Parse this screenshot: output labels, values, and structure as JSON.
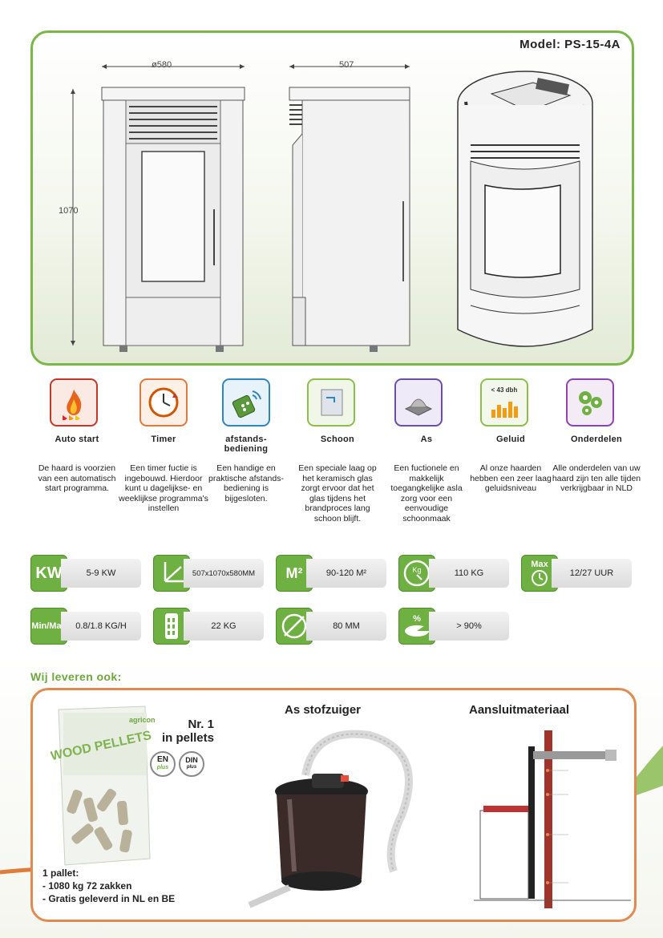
{
  "model": "Model: PS-15-4A",
  "dimensions": {
    "diameter": "ø580",
    "depth": "507",
    "height": "1070"
  },
  "features": [
    {
      "title": "Auto start",
      "desc": "De haard is voorzien van een automatisch start programma.",
      "color": "#c0392b"
    },
    {
      "title": "Timer",
      "desc": "Een timer fuctie is ingebouwd. Hierdoor kunt u dagelijkse- en weeklijkse programma's instellen",
      "color": "#e07b39"
    },
    {
      "title": "afstands-\nbediening",
      "desc": "Een handige en praktische afstands- bediening is bijgesloten.",
      "color": "#2e86c1"
    },
    {
      "title": "Schoon",
      "desc": "Een speciale laag op het keramisch glas zorgt ervoor dat het glas tijdens het brandproces lang schoon blijft.",
      "color": "#8bbf4a"
    },
    {
      "title": "As",
      "desc": "Een fuctionele en makkelijk toegangkelijke asla zorg voor een eenvoudige schoonmaak",
      "color": "#6b4fa0"
    },
    {
      "title": "Geluid",
      "desc": "Al onze haarden hebben een zeer laag geluidsniveau",
      "color": "#8bbf4a",
      "badge": "< 43 dbh"
    },
    {
      "title": "Onderdelen",
      "desc": "Alle onderdelen van uw haard zijn ten alle tijden verkrijgbaar in NLD",
      "color": "#8e44ad"
    }
  ],
  "specs": [
    {
      "icon_text": "KW",
      "value": "5-9 KW"
    },
    {
      "icon_text": "",
      "value": "507x1070x580MM"
    },
    {
      "icon_text": "M²",
      "value": "90-120 M²"
    },
    {
      "icon_text": "Kg",
      "value": "110 KG"
    },
    {
      "icon_text": "Max",
      "value": "12/27 UUR"
    },
    {
      "icon_text": "Min/Max",
      "value": "0.8/1.8 KG/H"
    },
    {
      "icon_text": "",
      "value": "22 KG"
    },
    {
      "icon_text": "",
      "value": "80 MM"
    },
    {
      "icon_text": "%",
      "value": "> 90%"
    }
  ],
  "also": {
    "heading": "Wij leveren ook:",
    "pellets": {
      "brand": "agricon",
      "bag_text": "WOOD PELLETS",
      "rank": "Nr. 1",
      "rank_sub": "in pellets",
      "cert1": "EN",
      "cert1_sub": "plus",
      "cert2": "DIN",
      "cert2_sub": "plus",
      "pallet": "1 pallet:",
      "line1": "- 1080 kg 72 zakken",
      "line2": "- Gratis geleverd in NL en BE"
    },
    "vacuum": {
      "title": "As stofzuiger"
    },
    "connection": {
      "title": "Aansluitmateriaal"
    }
  }
}
